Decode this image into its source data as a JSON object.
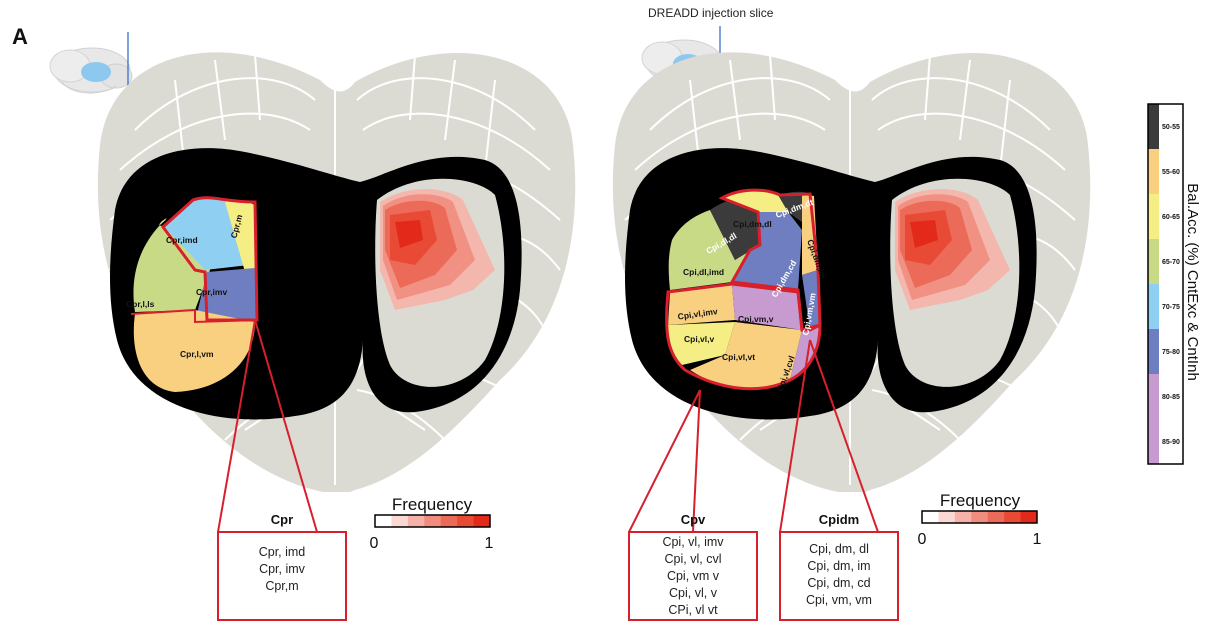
{
  "panel_label": "A",
  "top_note": "DREADD injection slice",
  "left_regions": [
    {
      "id": "cpr-imd",
      "label": "Cpr,imd",
      "color": "#8FD0F2"
    },
    {
      "id": "cpr-m",
      "label": "Cpr,m",
      "color": "#F5EE85"
    },
    {
      "id": "cpr-l-ls",
      "label": "Cpr,l,ls",
      "color": "#C9DA87"
    },
    {
      "id": "cpr-imv",
      "label": "Cpr,imv",
      "color": "#6F7EC0"
    },
    {
      "id": "cpr-l-vm",
      "label": "Cpr,l,vm",
      "color": "#F9D07F"
    }
  ],
  "right_regions": [
    {
      "id": "cpi-dm-dl",
      "label": "Cpi,dm,dl",
      "color": "#F5EE85"
    },
    {
      "id": "cpi-dm-dt",
      "label": "Cpi,dm,dt",
      "color": "#3B3B3B"
    },
    {
      "id": "cpi-dl-dl",
      "label": "Cpi,dl,dl",
      "color": "#3B3B3B"
    },
    {
      "id": "cpi-dm-im",
      "label": "Cpi,dm,im",
      "color": "#F9D07F"
    },
    {
      "id": "cpi-dl-imd",
      "label": "Cpi,dl,imd",
      "color": "#C9DA87"
    },
    {
      "id": "cpi-dm-cd",
      "label": "Cpi,dm,cd",
      "color": "#6F7EC0"
    },
    {
      "id": "cpi-vm-vm",
      "label": "Cpi,vm,vm",
      "color": "#6F7EC0"
    },
    {
      "id": "cpi-vl-imv",
      "label": "Cpi,vl,imv",
      "color": "#F9D07F"
    },
    {
      "id": "cpi-vm-v",
      "label": "Cpi,vm,v",
      "color": "#C79BCF"
    },
    {
      "id": "cpi-vl-v",
      "label": "Cpi,vl,v",
      "color": "#F5EE85"
    },
    {
      "id": "cpi-vl-vt",
      "label": "Cpi,vl,vt",
      "color": "#F9D07F"
    },
    {
      "id": "cpi-vl-cvl",
      "label": "Cpi,vl,cvl",
      "color": "#C79BCF"
    }
  ],
  "callouts": {
    "cpr": {
      "title": "Cpr",
      "lines": [
        "Cpr, imd",
        "Cpr, imv",
        "Cpr,m"
      ]
    },
    "cpv": {
      "title": "Cpv",
      "lines": [
        "Cpi, vl, imv",
        "Cpi, vl, cvl",
        "Cpi, vm v",
        "Cpi, vl, v",
        "CPi, vl vt"
      ]
    },
    "cpidm": {
      "title": "Cpidm",
      "lines": [
        "Cpi, dm, dl",
        "Cpi, dm, im",
        "Cpi, dm, cd",
        "Cpi, vm, vm"
      ]
    }
  },
  "frequency_legend": {
    "title": "Frequency",
    "min_label": "0",
    "max_label": "1",
    "colors": [
      "#ffffff",
      "#FBD9D3",
      "#F6B2A8",
      "#F18D7F",
      "#EC6A58",
      "#E84A36",
      "#E32A1A"
    ]
  },
  "colorbar": {
    "title": "Bal.Acc. (%) CntExc & CntInh",
    "bins": [
      {
        "label": "50-55",
        "color": "#3B3B3B"
      },
      {
        "label": "55-60",
        "color": "#F9D07F"
      },
      {
        "label": "60-65",
        "color": "#F5EE85"
      },
      {
        "label": "65-70",
        "color": "#C9DA87"
      },
      {
        "label": "70-75",
        "color": "#8FD0F2"
      },
      {
        "label": "75-80",
        "color": "#6F7EC0"
      },
      {
        "label": "80-85",
        "color": "#C79BCF"
      },
      {
        "label": "85-90",
        "color": "#C79BCF"
      }
    ]
  },
  "colors": {
    "brain": "#DCDBD3",
    "outline": "#000000",
    "highlight": "#D7202C",
    "injection": "#ED5F45"
  }
}
